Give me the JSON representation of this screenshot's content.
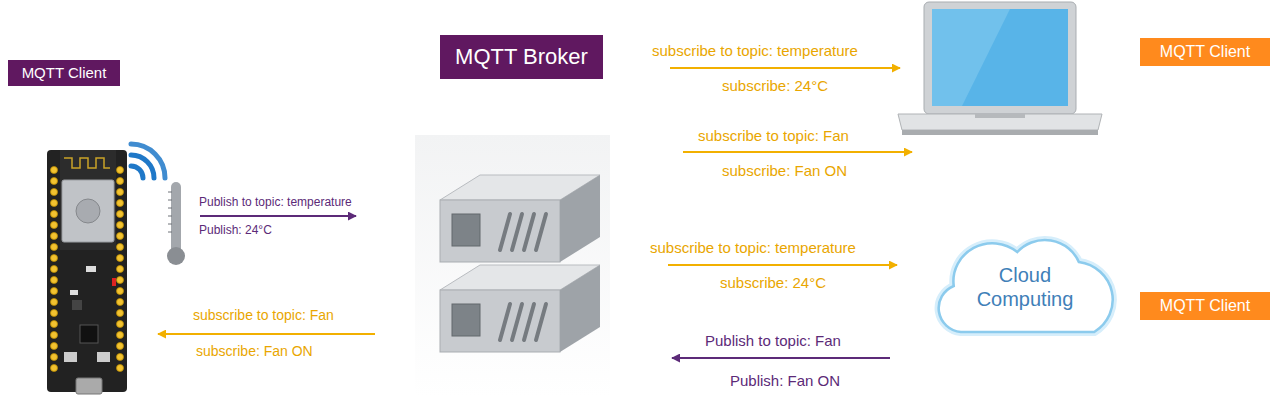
{
  "diagram": {
    "nodes": [
      {
        "text": [
          "MQTT Client"
        ]
      },
      {
        "text": [
          "MQTT Broker"
        ]
      },
      {
        "text": [
          "MQTT Client"
        ]
      },
      {
        "text": [
          "Cloud Computing"
        ]
      },
      {
        "text": [
          "MQTT Client"
        ]
      }
    ],
    "labels": [
      "Publish to topic: temperature",
      "Publish: 24°C",
      "subscribe to topic: Fan",
      "subscribe: Fan ON",
      "subscribe to topic: temperature",
      "subscribe: 24°C",
      "subscribe to topic: Fan",
      "subscribe: Fan ON",
      "subscribe to topic: temperature",
      "subscribe: 24°C",
      "Publish to topic: Fan",
      "Publish: Fan ON"
    ]
  }
}
